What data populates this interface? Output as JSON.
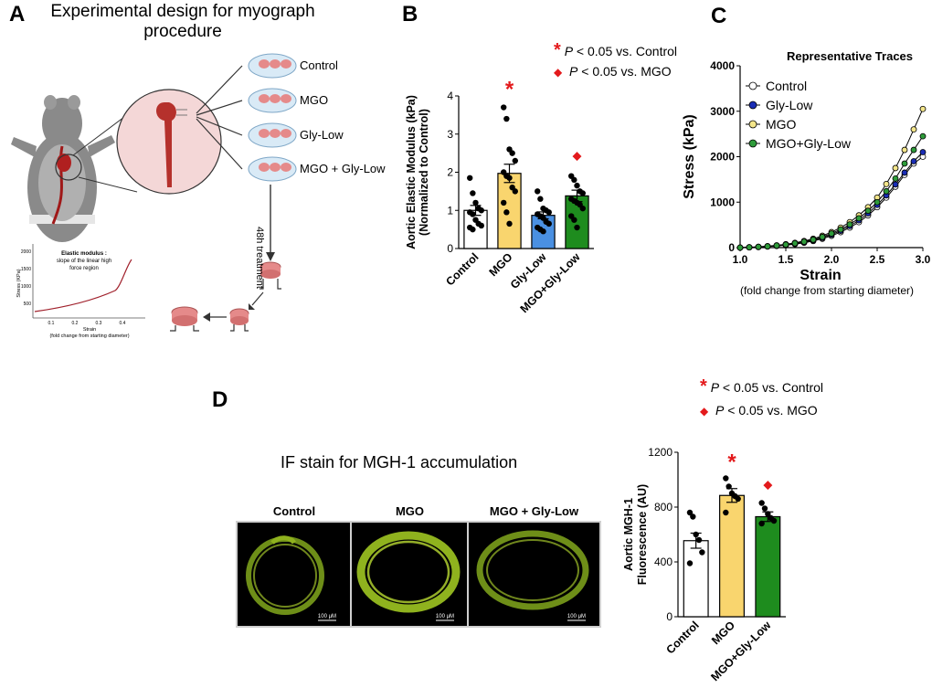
{
  "panelA": {
    "letter": "A",
    "title_line1": "Experimental design for myograph",
    "title_line2": "procedure",
    "groups": [
      "Control",
      "MGO",
      "Gly-Low",
      "MGO + Gly-Low"
    ],
    "treatment": "48h treatment",
    "inset": {
      "title_line1": "Elastic modulus :",
      "title_line2": "slope of the linear high",
      "title_line3": "force region",
      "ylabel": "Stress (KPa)",
      "xlabel": "Strain",
      "xlabel2": "(fold change from starting diameter)",
      "yticks": [
        "500",
        "1000",
        "1500",
        "2000"
      ],
      "xticks": [
        "0.1",
        "0.2",
        "0.3",
        "0.4"
      ]
    }
  },
  "panelB": {
    "letter": "B",
    "sig1_text": "P < 0.05 vs. Control",
    "sig2_text": "P < 0.05 vs. MGO",
    "sig_p": "P",
    "sig1_rest": " < 0.05 vs. Control",
    "sig2_rest": " < 0.05 vs. MGO"
  },
  "panelC": {
    "letter": "C"
  },
  "panelD": {
    "letter": "D",
    "if_title": "IF stain for MGH-1 accumulation",
    "image_labels": [
      "Control",
      "MGO",
      "MGO + Gly-Low"
    ],
    "scale_bar": "100 μM",
    "sig_p": "P",
    "sig1_rest": " < 0.05 vs. Control",
    "sig2_rest": " < 0.05 vs. MGO"
  },
  "colors": {
    "control": "#ffffff",
    "mgo": "#f9d56e",
    "glylow": "#4a90e2",
    "mgoglylow": "#1e8c1e",
    "sig_red": "#e31a1c",
    "trace_control": "#ffffff",
    "trace_glylow": "#1a2db5",
    "trace_mgo": "#f3e58a",
    "trace_mgoglylow": "#2e9b3a"
  },
  "chart_data": [
    {
      "type": "bar",
      "panel": "B",
      "ylabel": "Aortic Elastic Modulus (kPa) (Normalized to Control)",
      "ylabel_line1": "Aortic Elastic Modulus (kPa)",
      "ylabel_line2": "(Normalized to Control)",
      "categories": [
        "Control",
        "MGO",
        "Gly-Low",
        "MGO+Gly-Low"
      ],
      "values": [
        1.0,
        1.97,
        0.87,
        1.38
      ],
      "errors": [
        0.13,
        0.24,
        0.09,
        0.15
      ],
      "points": [
        [
          1.85,
          1.45,
          1.2,
          1.05,
          1.0,
          0.95,
          0.9,
          0.75,
          0.65,
          0.6,
          0.55,
          0.5
        ],
        [
          3.7,
          3.4,
          2.6,
          2.5,
          2.3,
          2.0,
          1.9,
          1.85,
          1.6,
          1.5,
          1.2,
          0.95,
          0.65
        ],
        [
          1.5,
          1.3,
          1.05,
          1.0,
          0.95,
          0.9,
          0.85,
          0.8,
          0.7,
          0.65,
          0.55,
          0.5,
          0.45
        ],
        [
          1.9,
          1.8,
          1.65,
          1.5,
          1.45,
          1.3,
          1.25,
          1.2,
          1.15,
          1.05,
          0.85,
          0.75,
          0.55
        ]
      ],
      "significance": [
        "",
        "star",
        "",
        "diamond"
      ],
      "ylim": [
        0,
        4
      ],
      "yticks": [
        0,
        1,
        2,
        3,
        4
      ]
    },
    {
      "type": "line",
      "panel": "C",
      "title": "Representative Traces",
      "xlabel": "Strain",
      "xlabel_sub": "(fold change from starting diameter)",
      "ylabel": "Stress (kPa)",
      "xlim": [
        1.0,
        3.0
      ],
      "ylim": [
        0,
        4000
      ],
      "xticks": [
        "1.0",
        "1.5",
        "2.0",
        "2.5",
        "3.0"
      ],
      "yticks": [
        "0",
        "1000",
        "2000",
        "3000",
        "4000"
      ],
      "x": [
        1.0,
        1.1,
        1.2,
        1.3,
        1.4,
        1.5,
        1.6,
        1.7,
        1.8,
        1.9,
        2.0,
        2.1,
        2.2,
        2.3,
        2.4,
        2.5,
        2.6,
        2.7,
        2.8,
        2.9,
        3.0
      ],
      "series": [
        {
          "name": "Control",
          "values": [
            0,
            5,
            12,
            22,
            35,
            52,
            75,
            105,
            145,
            195,
            260,
            340,
            440,
            560,
            710,
            890,
            1100,
            1340,
            1600,
            1850,
            2000
          ]
        },
        {
          "name": "Gly-Low",
          "values": [
            0,
            6,
            14,
            25,
            40,
            60,
            85,
            118,
            160,
            215,
            285,
            370,
            475,
            600,
            755,
            940,
            1150,
            1390,
            1650,
            1900,
            2100
          ]
        },
        {
          "name": "MGO",
          "values": [
            0,
            8,
            18,
            32,
            50,
            74,
            105,
            145,
            195,
            260,
            340,
            440,
            560,
            710,
            890,
            1100,
            1400,
            1750,
            2150,
            2600,
            3050
          ]
        },
        {
          "name": "MGO+Gly-Low",
          "values": [
            0,
            7,
            16,
            28,
            45,
            67,
            95,
            130,
            175,
            235,
            310,
            400,
            510,
            645,
            810,
            1000,
            1240,
            1520,
            1850,
            2150,
            2450
          ]
        }
      ]
    },
    {
      "type": "bar",
      "panel": "D",
      "ylabel": "Aortic MGH-1 Fluorescence (AU)",
      "ylabel_line1": "Aortic MGH-1",
      "ylabel_line2": "Fluorescence (AU)",
      "categories": [
        "Control",
        "MGO",
        "MGO+Gly-Low"
      ],
      "values": [
        555,
        885,
        730
      ],
      "errors": [
        55,
        50,
        35
      ],
      "points": [
        [
          760,
          730,
          600,
          560,
          470,
          390
        ],
        [
          1010,
          950,
          900,
          880,
          860,
          760
        ],
        [
          830,
          790,
          750,
          720,
          700,
          680
        ]
      ],
      "significance": [
        "",
        "star",
        "diamond"
      ],
      "ylim": [
        0,
        1200
      ],
      "yticks": [
        0,
        400,
        800,
        1200
      ]
    }
  ]
}
